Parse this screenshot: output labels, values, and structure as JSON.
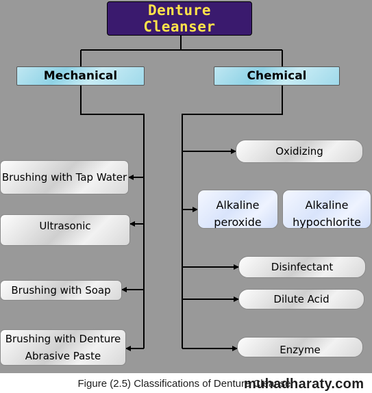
{
  "title": "Denture Cleanser",
  "categories": {
    "mechanical": "Mechanical",
    "chemical": "Chemical"
  },
  "mechanical_items": [
    "Brushing with Tap Water",
    "Ultrasonic",
    "Brushing with Soap",
    "Brushing with Denture Abrasive Paste"
  ],
  "chemical_items": {
    "oxidizing": "Oxidizing",
    "alkaline_peroxide": "Alkaline peroxide",
    "alkaline_hypochlorite": "Alkaline hypochlorite",
    "disinfectant": "Disinfectant",
    "dilute_acid": "Dilute Acid",
    "enzyme": "Enzyme"
  },
  "caption": "Figure (2.5) Classifications of Denture Cleanser",
  "watermark": "muhadharaty.com",
  "colors": {
    "background": "#999999",
    "title_fill": "#3a1a6e",
    "title_text": "#ffe34a",
    "category_fill": "#a8def0"
  }
}
